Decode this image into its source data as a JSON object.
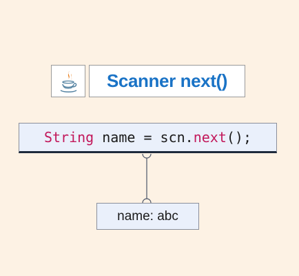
{
  "header": {
    "logo_icon": "java-coffee-cup-icon",
    "title": "Scanner next()"
  },
  "code": {
    "type_keyword": "String",
    "variable_part": " name = scn.",
    "method": "next",
    "tail": "();"
  },
  "result": {
    "label": "name: abc"
  },
  "colors": {
    "background": "#fdf2e4",
    "title": "#1a73c6",
    "keyword": "#c2185b",
    "box_fill": "#eaf0fb"
  }
}
